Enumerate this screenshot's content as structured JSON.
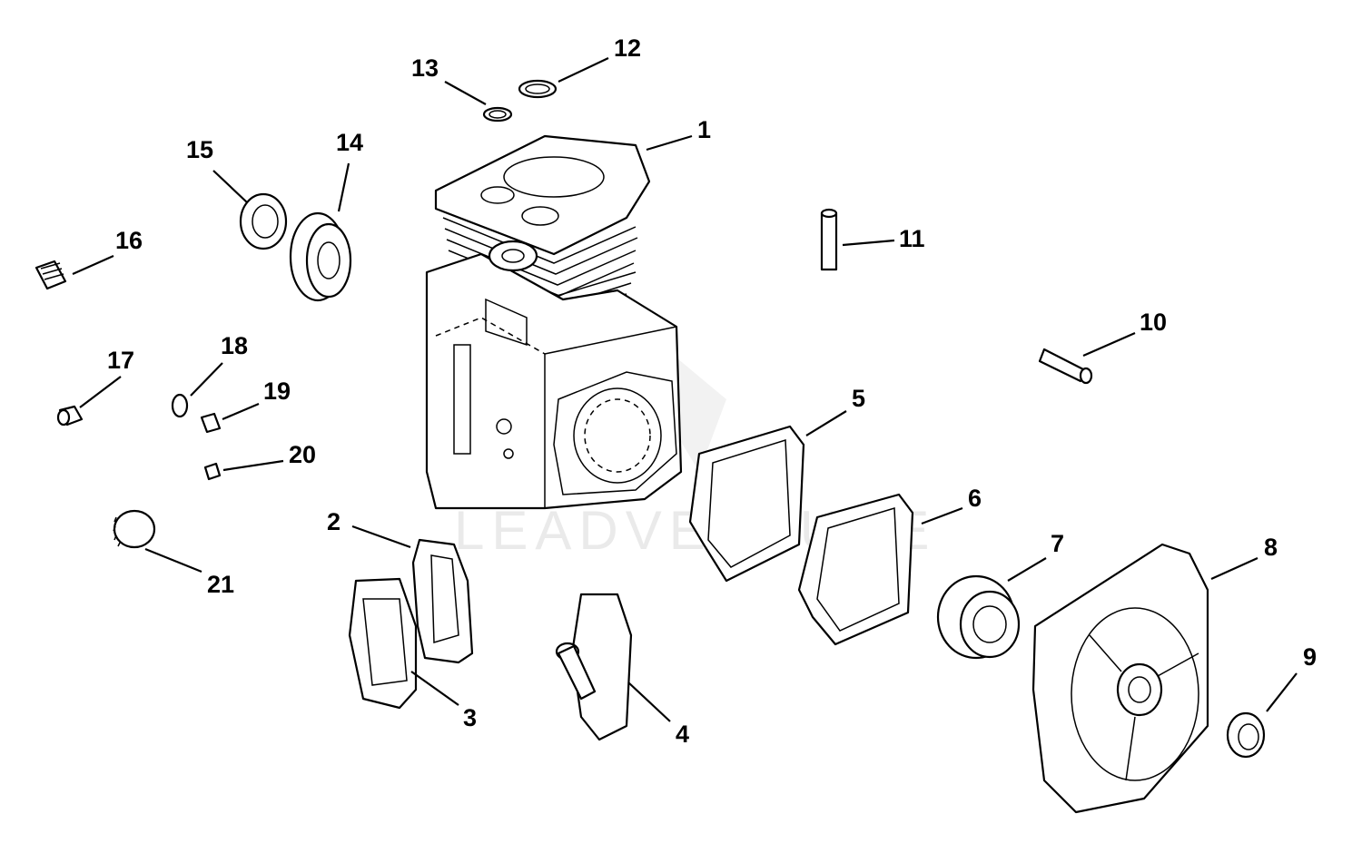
{
  "watermark": {
    "text": "LEADVENTURE"
  },
  "callouts": [
    {
      "id": 1,
      "label": "1"
    },
    {
      "id": 2,
      "label": "2"
    },
    {
      "id": 3,
      "label": "3"
    },
    {
      "id": 4,
      "label": "4"
    },
    {
      "id": 5,
      "label": "5"
    },
    {
      "id": 6,
      "label": "6"
    },
    {
      "id": 7,
      "label": "7"
    },
    {
      "id": 8,
      "label": "8"
    },
    {
      "id": 9,
      "label": "9"
    },
    {
      "id": 10,
      "label": "10"
    },
    {
      "id": 11,
      "label": "11"
    },
    {
      "id": 12,
      "label": "12"
    },
    {
      "id": 13,
      "label": "13"
    },
    {
      "id": 14,
      "label": "14"
    },
    {
      "id": 15,
      "label": "15"
    },
    {
      "id": 16,
      "label": "16"
    },
    {
      "id": 17,
      "label": "17"
    },
    {
      "id": 18,
      "label": "18"
    },
    {
      "id": 19,
      "label": "19"
    },
    {
      "id": 20,
      "label": "20"
    },
    {
      "id": 21,
      "label": "21"
    }
  ]
}
